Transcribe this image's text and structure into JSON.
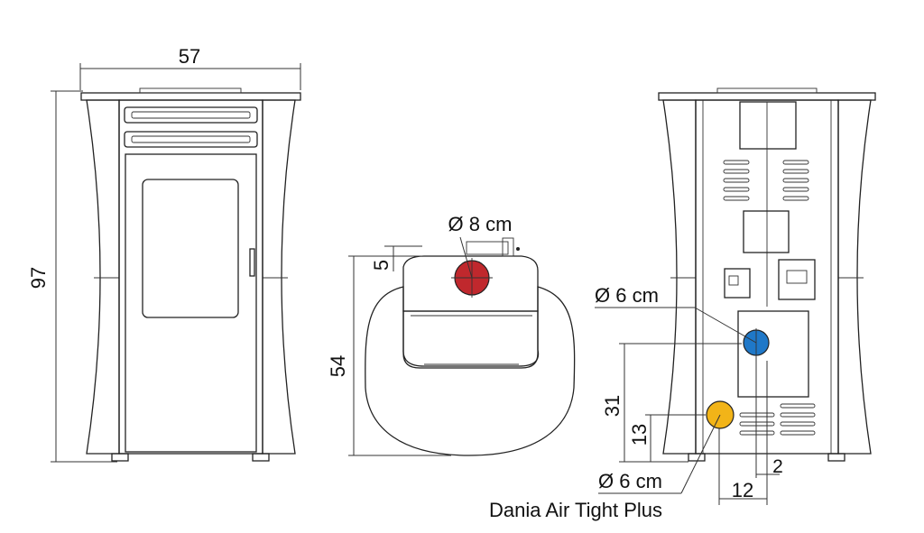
{
  "front_view": {
    "width_label": "57",
    "height_label": "97"
  },
  "top_view": {
    "flue_label": "Ø 8 cm",
    "offset_label": "5",
    "depth_label": "54"
  },
  "back_view": {
    "upper_pipe_label": "Ø 6 cm",
    "lower_pipe_label": "Ø 6 cm",
    "upper_height_label": "31",
    "lower_height_label": "13",
    "horizontal_label": "12",
    "small_offset_label": "2",
    "model_name": "Dania Air Tight Plus"
  },
  "colors": {
    "flue_red": "#c0282d",
    "pipe_blue": "#1f78c8",
    "pipe_yellow": "#f2b418",
    "line": "#222222"
  }
}
